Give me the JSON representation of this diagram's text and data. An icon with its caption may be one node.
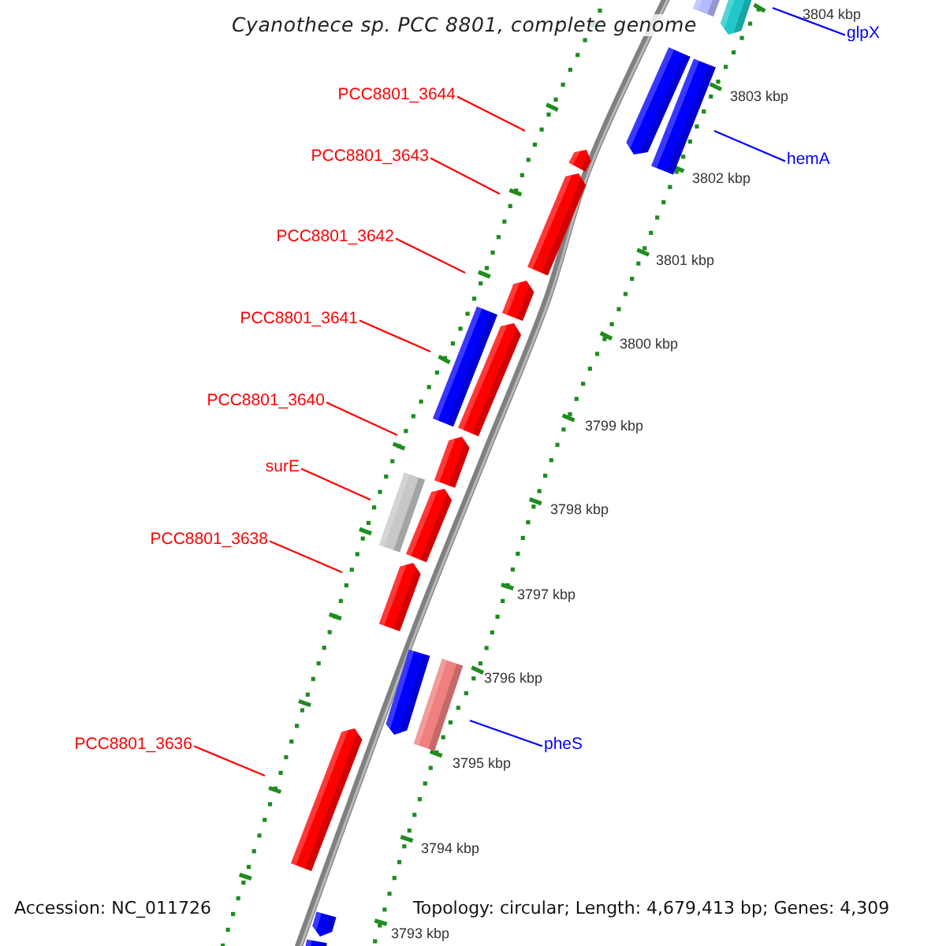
{
  "diagram": {
    "title": "Cyanothece sp. PCC 8801, complete genome",
    "nodes": [
      {
        "text": [
          "glpX"
        ]
      },
      {
        "text": [
          "PCC8801_3644"
        ]
      },
      {
        "text": [
          "PCC8801_3643"
        ]
      },
      {
        "text": [
          "hemA"
        ]
      },
      {
        "text": [
          "PCC8801_3642"
        ]
      },
      {
        "text": [
          "PCC8801_3641"
        ]
      },
      {
        "text": [
          "PCC8801_3640"
        ]
      },
      {
        "text": [
          "surE"
        ]
      },
      {
        "text": [
          "PCC8801_3638"
        ]
      },
      {
        "text": [
          "PCC8801_3636"
        ]
      },
      {
        "text": [
          "pheS"
        ]
      }
    ],
    "edges": [
      {
        "from": 0,
        "to": null,
        "arrow": "none",
        "color": "#0000ff"
      },
      {
        "from": 1,
        "to": null,
        "arrow": "none"
      },
      {
        "from": 2,
        "to": null,
        "arrow": "none"
      },
      {
        "from": 3,
        "to": null,
        "arrow": "none",
        "color": "#0000ff"
      },
      {
        "from": 4,
        "to": null,
        "arrow": "none"
      },
      {
        "from": 5,
        "to": null,
        "arrow": "none"
      },
      {
        "from": 6,
        "to": null,
        "arrow": "none"
      },
      {
        "from": 7,
        "to": null,
        "arrow": "none"
      },
      {
        "from": 8,
        "to": null,
        "arrow": "none"
      },
      {
        "from": 9,
        "to": null,
        "arrow": "none"
      },
      {
        "from": 10,
        "to": null,
        "arrow": "none",
        "color": "#0000ff"
      }
    ],
    "labels": [
      "3804 kbp",
      "3803 kbp",
      "3802 kbp",
      "3801 kbp",
      "3800 kbp",
      "3799 kbp",
      "3798 kbp",
      "3797 kbp",
      "3796 kbp",
      "3795 kbp",
      "3794 kbp",
      "Accession: NC_011726",
      "Topology: circular; Length: 4,679,413 bp; Genes: 4,309",
      "3793 kbp"
    ]
  }
}
